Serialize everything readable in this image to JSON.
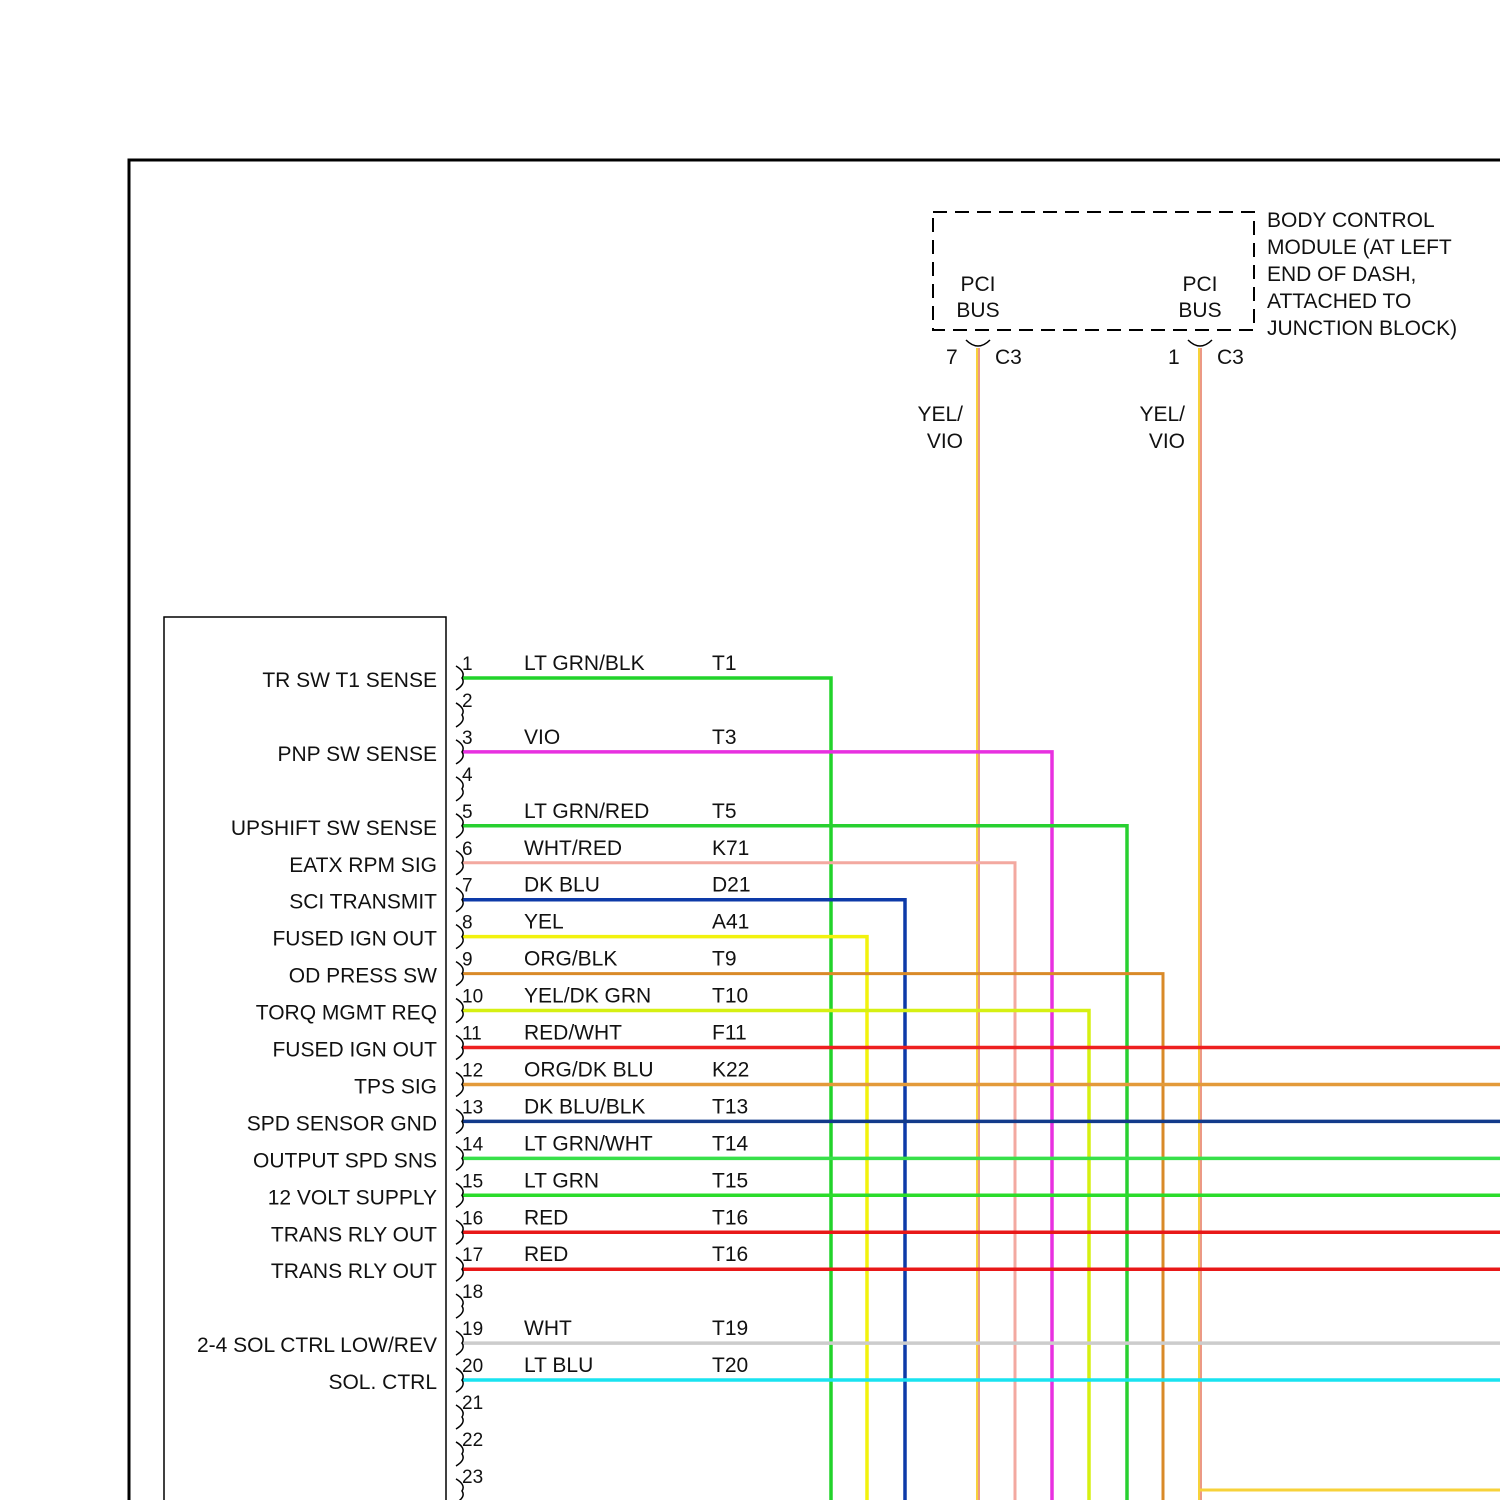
{
  "colors": {
    "border": "#000000",
    "LT GRN/BLK": "#22d32a",
    "VIO": "#e830e0",
    "LT GRN/RED": "#28d030",
    "WHT/RED": "#f3a9a0",
    "DK BLU": "#0d3aa8",
    "YEL": "#f2f20d",
    "ORG/BLK": "#d98a28",
    "YEL/DK GRN": "#d6f012",
    "RED/WHT": "#ee2020",
    "ORG/DK BLU": "#e39a3a",
    "DK BLU/BLK": "#123a8a",
    "LT GRN/WHT": "#38e04a",
    "LT GRN": "#2bdc2b",
    "RED": "#e81818",
    "WHT": "#cccccc",
    "LT BLU": "#19e3f0",
    "YEL/VIO": "#f7d23a"
  },
  "bcm": {
    "label_lines": [
      "BODY CONTROL",
      "MODULE (AT LEFT",
      "END OF DASH,",
      "ATTACHED TO",
      "JUNCTION BLOCK)"
    ],
    "terminals": [
      {
        "name_lines": [
          "PCI",
          "BUS"
        ],
        "pin": "7",
        "connector": "C3",
        "wire_lines": [
          "YEL/",
          "VIO"
        ],
        "color": "YEL/VIO"
      },
      {
        "name_lines": [
          "PCI",
          "BUS"
        ],
        "pin": "1",
        "connector": "C3",
        "wire_lines": [
          "YEL/",
          "VIO"
        ],
        "color": "YEL/VIO"
      }
    ]
  },
  "module_pins": [
    {
      "pin": "1",
      "label": "TR SW T1 SENSE",
      "wire": "LT GRN/BLK",
      "circuit": "T1"
    },
    {
      "pin": "2",
      "label": "",
      "wire": "",
      "circuit": ""
    },
    {
      "pin": "3",
      "label": "PNP SW SENSE",
      "wire": "VIO",
      "circuit": "T3"
    },
    {
      "pin": "4",
      "label": "",
      "wire": "",
      "circuit": ""
    },
    {
      "pin": "5",
      "label": "UPSHIFT SW SENSE",
      "wire": "LT GRN/RED",
      "circuit": "T5"
    },
    {
      "pin": "6",
      "label": "EATX RPM SIG",
      "wire": "WHT/RED",
      "circuit": "K71"
    },
    {
      "pin": "7",
      "label": "SCI TRANSMIT",
      "wire": "DK BLU",
      "circuit": "D21"
    },
    {
      "pin": "8",
      "label": "FUSED IGN OUT",
      "wire": "YEL",
      "circuit": "A41"
    },
    {
      "pin": "9",
      "label": "OD PRESS SW",
      "wire": "ORG/BLK",
      "circuit": "T9"
    },
    {
      "pin": "10",
      "label": "TORQ MGMT REQ",
      "wire": "YEL/DK GRN",
      "circuit": "T10"
    },
    {
      "pin": "11",
      "label": "FUSED IGN OUT",
      "wire": "RED/WHT",
      "circuit": "F11"
    },
    {
      "pin": "12",
      "label": "TPS SIG",
      "wire": "ORG/DK BLU",
      "circuit": "K22"
    },
    {
      "pin": "13",
      "label": "SPD SENSOR GND",
      "wire": "DK BLU/BLK",
      "circuit": "T13"
    },
    {
      "pin": "14",
      "label": "OUTPUT SPD SNS",
      "wire": "LT GRN/WHT",
      "circuit": "T14"
    },
    {
      "pin": "15",
      "label": "12 VOLT SUPPLY",
      "wire": "LT GRN",
      "circuit": "T15"
    },
    {
      "pin": "16",
      "label": "TRANS RLY OUT",
      "wire": "RED",
      "circuit": "T16"
    },
    {
      "pin": "17",
      "label": "TRANS RLY OUT",
      "wire": "RED",
      "circuit": "T16"
    },
    {
      "pin": "18",
      "label": "",
      "wire": "",
      "circuit": ""
    },
    {
      "pin": "19",
      "label": "2-4 SOL CTRL LOW/REV",
      "wire": "WHT",
      "circuit": "T19"
    },
    {
      "pin": "20",
      "label": "SOL. CTRL",
      "wire": "LT BLU",
      "circuit": "T20"
    },
    {
      "pin": "21",
      "label": "",
      "wire": "",
      "circuit": ""
    },
    {
      "pin": "22",
      "label": "",
      "wire": "",
      "circuit": ""
    },
    {
      "pin": "23",
      "label": "",
      "wire": "",
      "circuit": ""
    }
  ]
}
